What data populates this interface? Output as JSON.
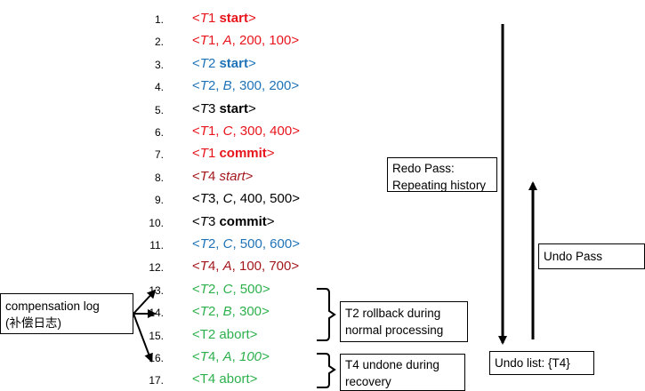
{
  "log_records": [
    {
      "num": "1.",
      "color": "#e8141c",
      "parts": [
        {
          "t": "<"
        },
        {
          "t": "T",
          "i": true
        },
        {
          "t": "1 "
        },
        {
          "t": "start",
          "b": true
        },
        {
          "t": ">"
        }
      ]
    },
    {
      "num": "2.",
      "color": "#e8141c",
      "parts": [
        {
          "t": "<"
        },
        {
          "t": "T",
          "i": true
        },
        {
          "t": "1, "
        },
        {
          "t": "A",
          "i": true
        },
        {
          "t": ", 200, 100>"
        }
      ]
    },
    {
      "num": "3.",
      "color": "#1f73b7",
      "parts": [
        {
          "t": "<"
        },
        {
          "t": "T",
          "i": true
        },
        {
          "t": "2 "
        },
        {
          "t": "start",
          "b": true
        },
        {
          "t": ">"
        }
      ]
    },
    {
      "num": "4.",
      "color": "#1f73b7",
      "parts": [
        {
          "t": "<"
        },
        {
          "t": "T",
          "i": true
        },
        {
          "t": "2, "
        },
        {
          "t": "B",
          "i": true
        },
        {
          "t": ", 300, 200>"
        }
      ]
    },
    {
      "num": "5.",
      "color": "#000000",
      "parts": [
        {
          "t": "<"
        },
        {
          "t": "T",
          "i": true
        },
        {
          "t": "3 "
        },
        {
          "t": "start",
          "b": true
        },
        {
          "t": ">"
        }
      ]
    },
    {
      "num": "6.",
      "color": "#e8141c",
      "parts": [
        {
          "t": "<"
        },
        {
          "t": "T",
          "i": true
        },
        {
          "t": "1, "
        },
        {
          "t": "C",
          "i": true
        },
        {
          "t": ", 300, 400>"
        }
      ]
    },
    {
      "num": "7.",
      "color": "#e8141c",
      "parts": [
        {
          "t": "<"
        },
        {
          "t": "T",
          "i": true
        },
        {
          "t": "1 "
        },
        {
          "t": "commit",
          "b": true
        },
        {
          "t": ">"
        }
      ]
    },
    {
      "num": "8.",
      "color": "#a3171c",
      "parts": [
        {
          "t": "<"
        },
        {
          "t": "T",
          "i": true
        },
        {
          "t": "4 "
        },
        {
          "t": "start",
          "i": true
        },
        {
          "t": ">"
        }
      ]
    },
    {
      "num": "9.",
      "color": "#000000",
      "parts": [
        {
          "t": "<"
        },
        {
          "t": "T",
          "i": true
        },
        {
          "t": "3, "
        },
        {
          "t": "C",
          "i": true
        },
        {
          "t": ", 400, 500>"
        }
      ]
    },
    {
      "num": "10.",
      "color": "#000000",
      "parts": [
        {
          "t": "<"
        },
        {
          "t": "T",
          "i": true
        },
        {
          "t": "3 "
        },
        {
          "t": "commit",
          "b": true
        },
        {
          "t": ">"
        }
      ]
    },
    {
      "num": "11.",
      "color": "#1f73b7",
      "parts": [
        {
          "t": "<"
        },
        {
          "t": "T",
          "i": true
        },
        {
          "t": "2, "
        },
        {
          "t": "C",
          "i": true
        },
        {
          "t": ", 500, 600>"
        }
      ]
    },
    {
      "num": "12.",
      "color": "#a3171c",
      "parts": [
        {
          "t": "<"
        },
        {
          "t": "T",
          "i": true
        },
        {
          "t": "4, "
        },
        {
          "t": "A",
          "i": true
        },
        {
          "t": ", 100, 700>"
        }
      ]
    },
    {
      "num": "13.",
      "color": "#2db04c",
      "parts": [
        {
          "t": "<"
        },
        {
          "t": "T",
          "i": true
        },
        {
          "t": "2, "
        },
        {
          "t": "C",
          "i": true
        },
        {
          "t": ", 500>"
        }
      ]
    },
    {
      "num": "14.",
      "color": "#2db04c",
      "parts": [
        {
          "t": "<"
        },
        {
          "t": "T",
          "i": true
        },
        {
          "t": "2, "
        },
        {
          "t": "B",
          "i": true
        },
        {
          "t": ", 300>"
        }
      ]
    },
    {
      "num": "15.",
      "color": "#2db04c",
      "parts": [
        {
          "t": "<T2 abort>"
        }
      ]
    },
    {
      "num": "16.",
      "color": "#2db04c",
      "parts": [
        {
          "t": "<"
        },
        {
          "t": "T",
          "i": true
        },
        {
          "t": "4, "
        },
        {
          "t": "A",
          "i": true
        },
        {
          "t": ", "
        },
        {
          "t": "100>",
          "i": true
        }
      ]
    },
    {
      "num": "17.",
      "color": "#2db04c",
      "parts": [
        {
          "t": "<T4 abort>"
        }
      ]
    }
  ],
  "labels": {
    "redo_line1": "Redo Pass:",
    "redo_line2": "Repeating history",
    "undo_pass": "Undo Pass",
    "undo_list": "Undo  list: {T4}",
    "comp_line1": "compensation log",
    "comp_line2": "(补偿日志)",
    "t2_line1": "T2 rollback during",
    "t2_line2": "normal processing",
    "t4_line1": "T4 undone  during",
    "t4_line2": "recovery"
  }
}
